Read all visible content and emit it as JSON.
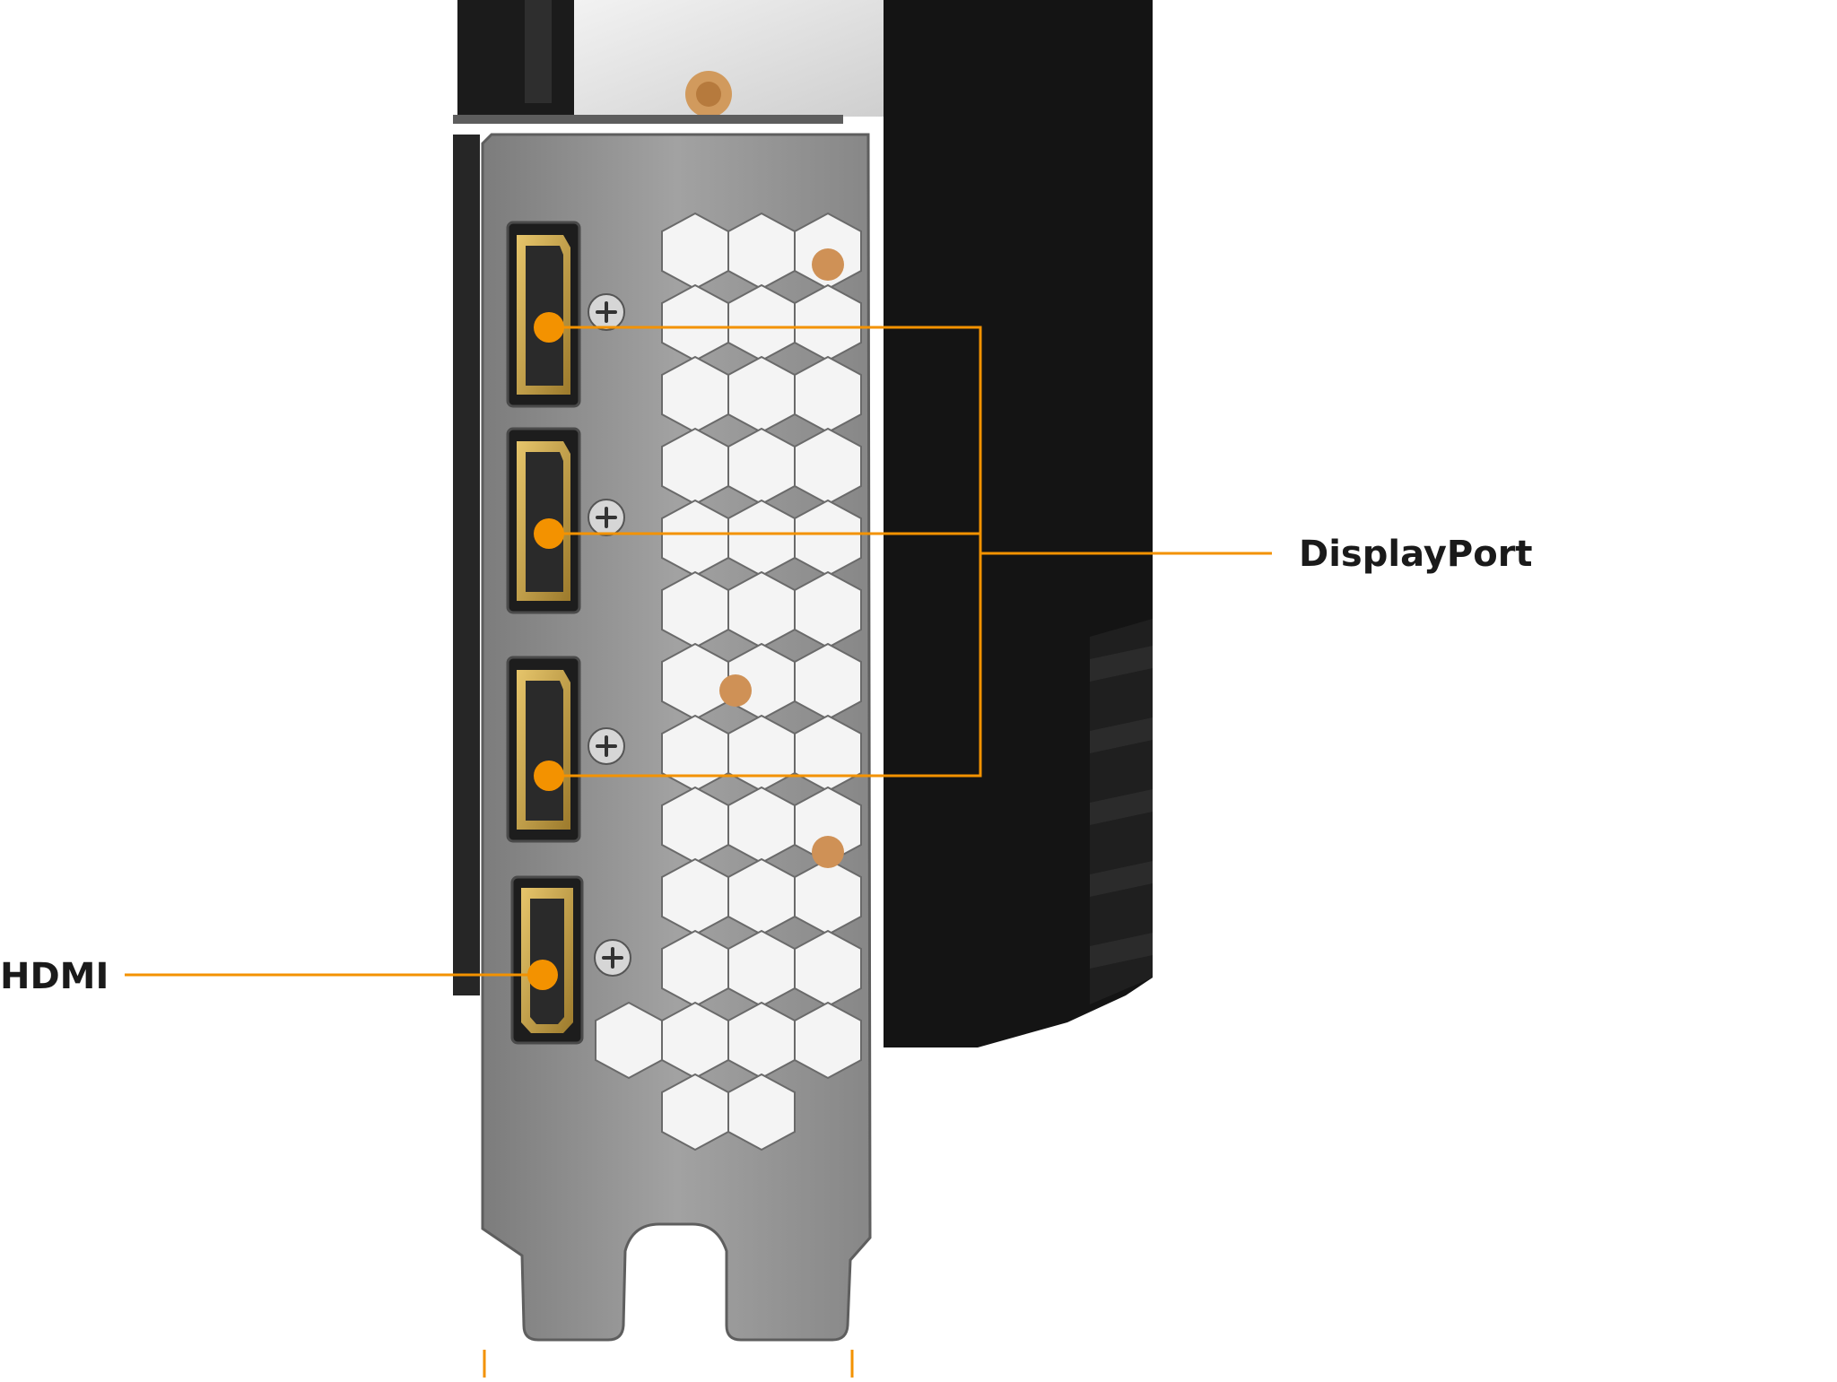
{
  "labels": {
    "displayport": "DisplayPort",
    "hdmi": "HDMI"
  },
  "colors": {
    "accent": "#f39200",
    "bracket_metal": "#8f8f8f",
    "shroud": "#151515",
    "connector_gold": "#c9a24a"
  },
  "ports": [
    {
      "type": "DisplayPort"
    },
    {
      "type": "DisplayPort"
    },
    {
      "type": "DisplayPort"
    },
    {
      "type": "HDMI"
    }
  ]
}
